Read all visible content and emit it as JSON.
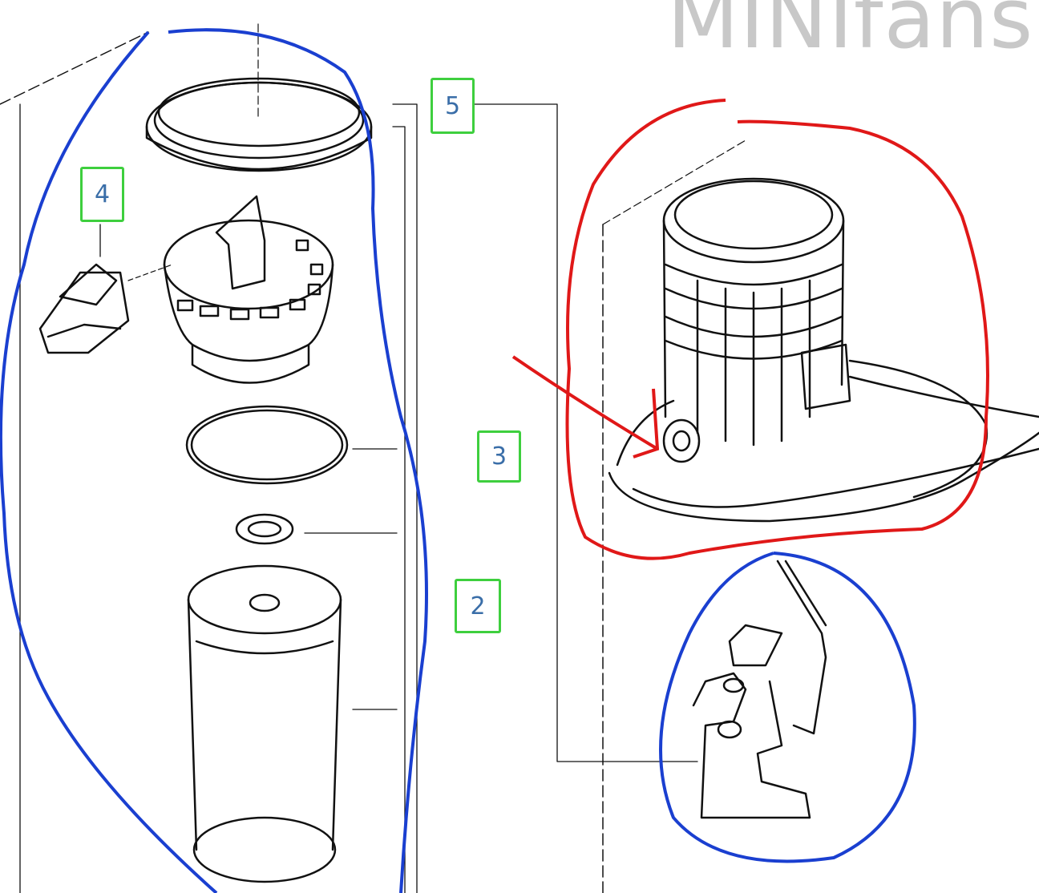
{
  "watermark": "MINIfans.",
  "callouts": [
    {
      "id": "5",
      "label": "5"
    },
    {
      "id": "4",
      "label": "4"
    },
    {
      "id": "3",
      "label": "3"
    },
    {
      "id": "2",
      "label": "2"
    }
  ],
  "colors": {
    "callout_border": "#3ecf3e",
    "callout_text": "#3a6ea8",
    "annotation_blue": "#1a3fd0",
    "annotation_red": "#e01818",
    "line_art": "#111111"
  }
}
